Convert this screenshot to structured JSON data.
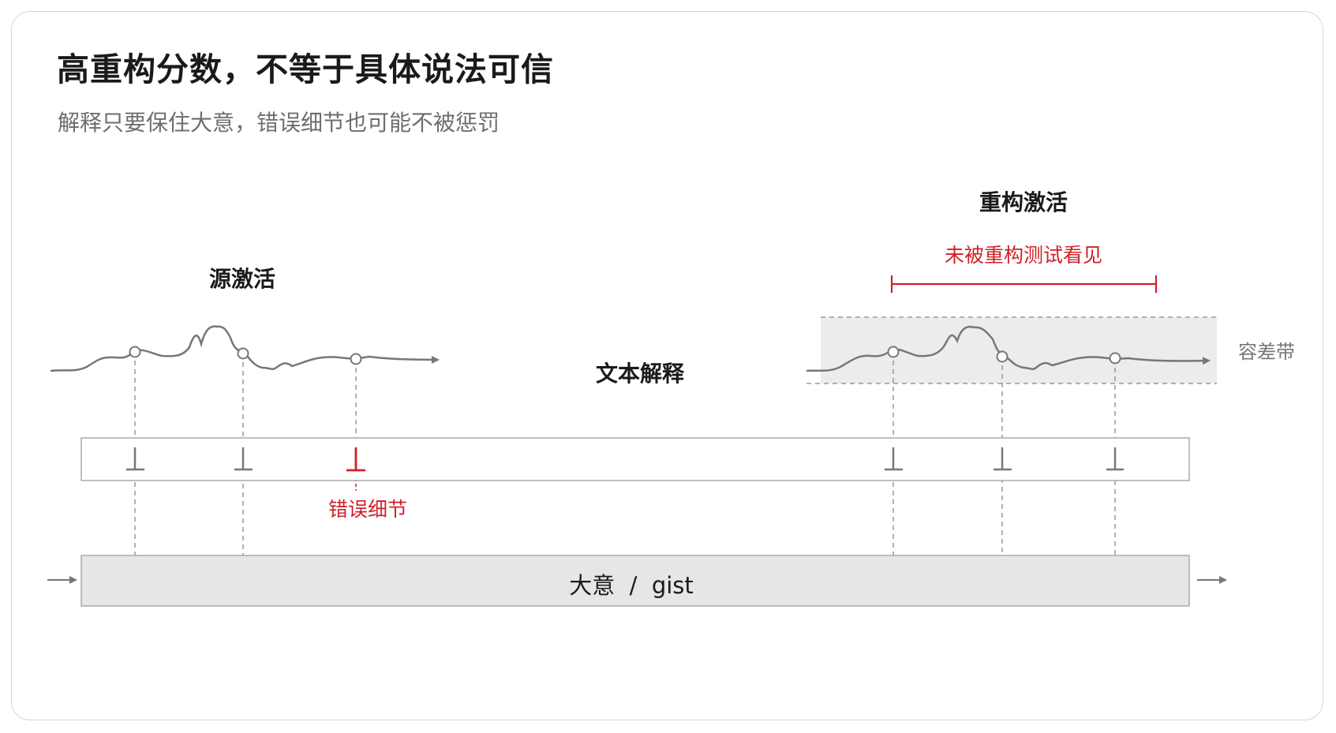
{
  "header": {
    "title": "高重构分数，不等于具体说法可信",
    "subtitle": "解释只要保住大意，错误细节也可能不被惩罚"
  },
  "diagram": {
    "source_label": "源激活",
    "middle_label": "文本解释",
    "recon_label": "重构激活",
    "unseen_label": "未被重构测试看见",
    "tolerance_label": "容差带",
    "error_label": "错误细节",
    "gist_label": "大意  /  gist"
  },
  "colors": {
    "accent_red": "#d0202a",
    "line_gray": "#777777",
    "band_fill": "#ececec",
    "gist_fill": "#e6e6e6"
  }
}
